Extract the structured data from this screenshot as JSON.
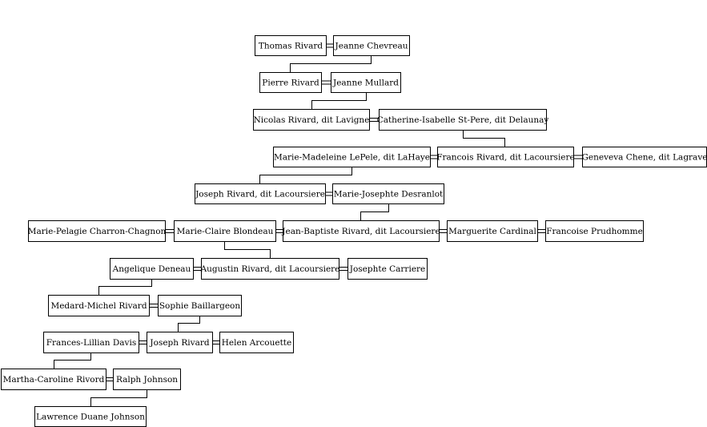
{
  "people": [
    "Thomas Rivard",
    "Jeanne Chevreau",
    "Pierre Rivard",
    "Jeanne Mullard",
    "Nicolas Rivard, dit Lavigne",
    "Catherine-Isabelle St-Pere, dit Delaunay",
    "Marie-Madeleine LePele, dit LaHaye",
    "Francois Rivard, dit Lacoursiere",
    "Geneveva Chene, dit Lagrave",
    "Joseph Rivard, dit Lacoursiere",
    "Marie-Josephte Desranlot",
    "Marie-Pelagie Charron-Chagnon",
    "Marie-Claire Blondeau",
    "Jean-Baptiste Rivard, dit Lacoursiere",
    "Marguerite Cardinal",
    "Francoise Prudhomme",
    "Angelique Deneau",
    "Augustin Rivard, dit Lacoursiere",
    "Josephte Carriere",
    "Medard-Michel Rivard",
    "Sophie Baillargeon",
    "Frances-Lillian Davis",
    "Joseph Rivard",
    "Helen Arcouette",
    "Martha-Caroline Rivord",
    "Ralph Johnson",
    "Lawrence Duane Johnson"
  ]
}
